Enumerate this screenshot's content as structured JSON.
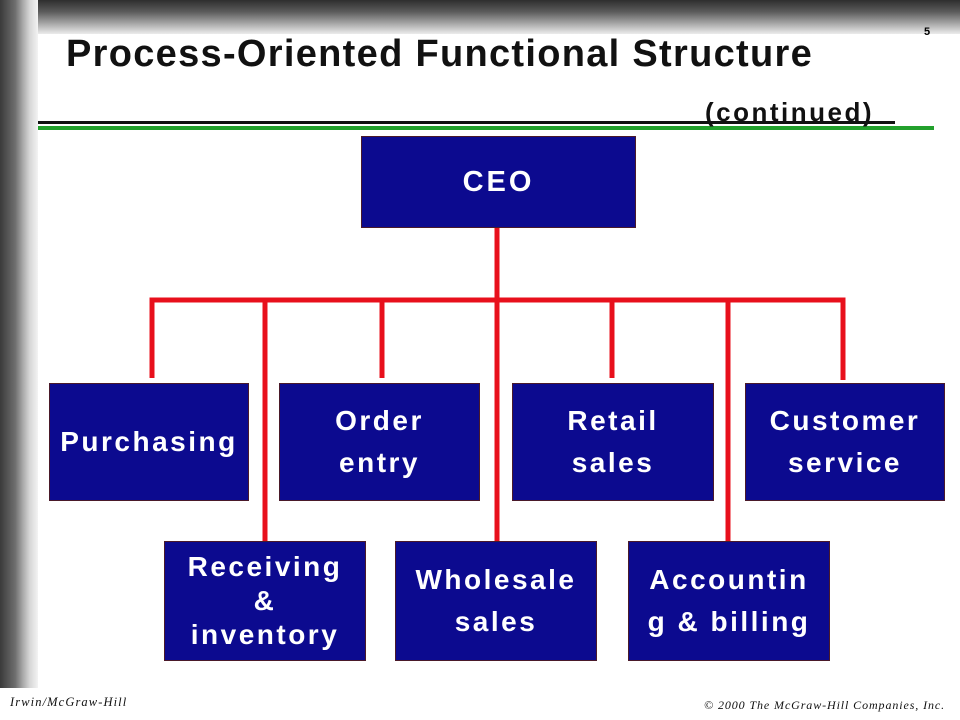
{
  "slide": {
    "page_number": "5",
    "title": "Process-Oriented Functional Structure",
    "subtitle": "(continued)",
    "footer_left": "Irwin/McGraw-Hill",
    "footer_right": "© 2000 The McGraw-Hill Companies, Inc."
  },
  "org_chart": {
    "root": {
      "lines": [
        "CEO"
      ]
    },
    "units": [
      {
        "lines": [
          "Purchasing"
        ]
      },
      {
        "lines": [
          "Receiving",
          "&",
          "inventory"
        ]
      },
      {
        "lines": [
          "Order",
          "entry"
        ]
      },
      {
        "lines": [
          "Wholesale",
          "sales"
        ]
      },
      {
        "lines": [
          "Retail",
          "sales"
        ]
      },
      {
        "lines": [
          "Accountin",
          "g & billing"
        ]
      },
      {
        "lines": [
          "Customer",
          "service"
        ]
      }
    ]
  },
  "colors": {
    "box_fill": "#0c0a8f",
    "box_border": "#4a1a2a",
    "box_text": "#ffffff",
    "connector": "#e8101c",
    "rule_dark": "#111111",
    "rule_green": "#22a02c"
  }
}
